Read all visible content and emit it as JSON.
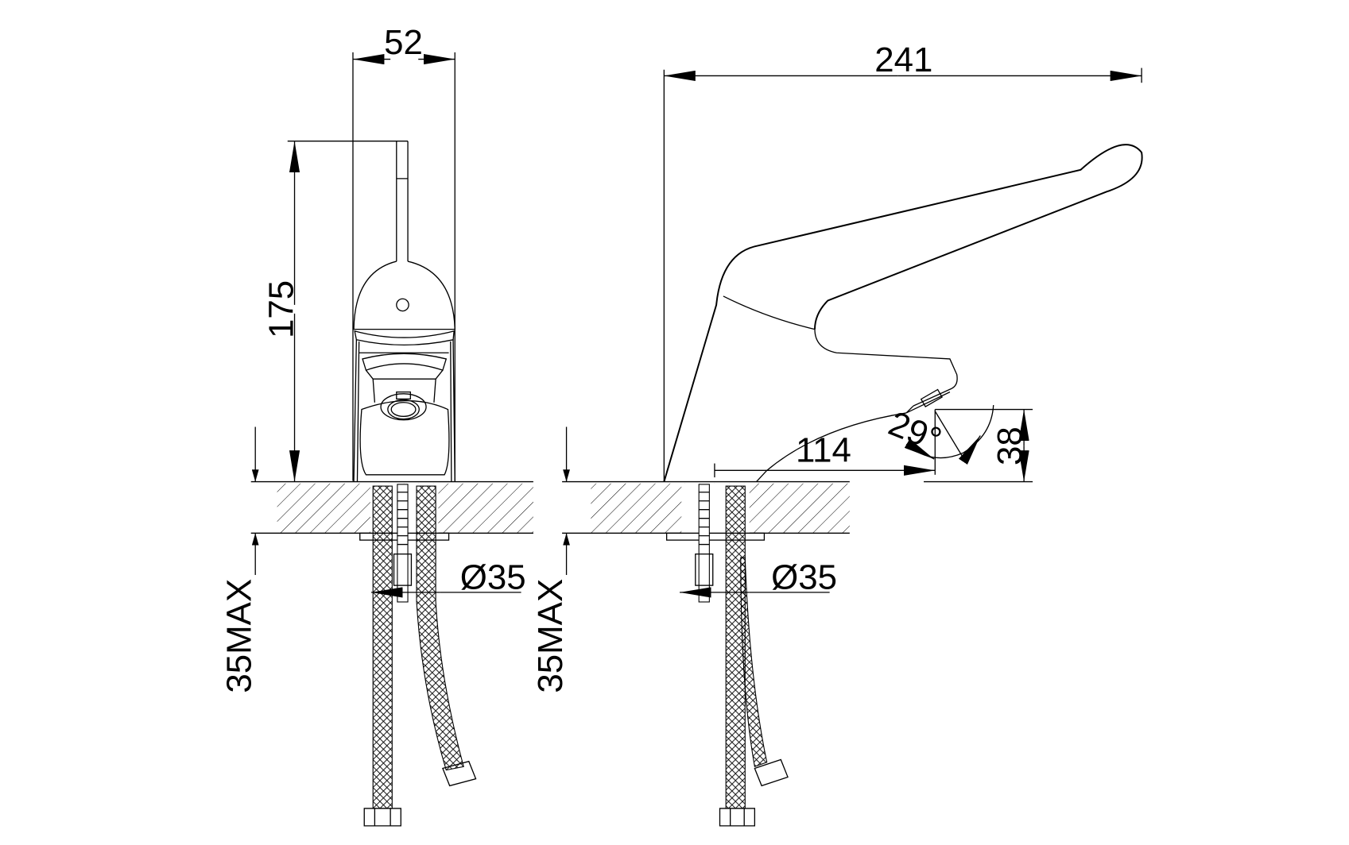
{
  "drawing": {
    "front_view": {
      "width_label": "52",
      "height_label": "175",
      "diameter_label": "Ø35",
      "max_thickness_label": "35MAX"
    },
    "side_view": {
      "length_label": "241",
      "reach_label": "114",
      "spout_height_label": "38",
      "angle_label": "29°",
      "diameter_label": "Ø35",
      "max_thickness_label": "35MAX"
    }
  }
}
